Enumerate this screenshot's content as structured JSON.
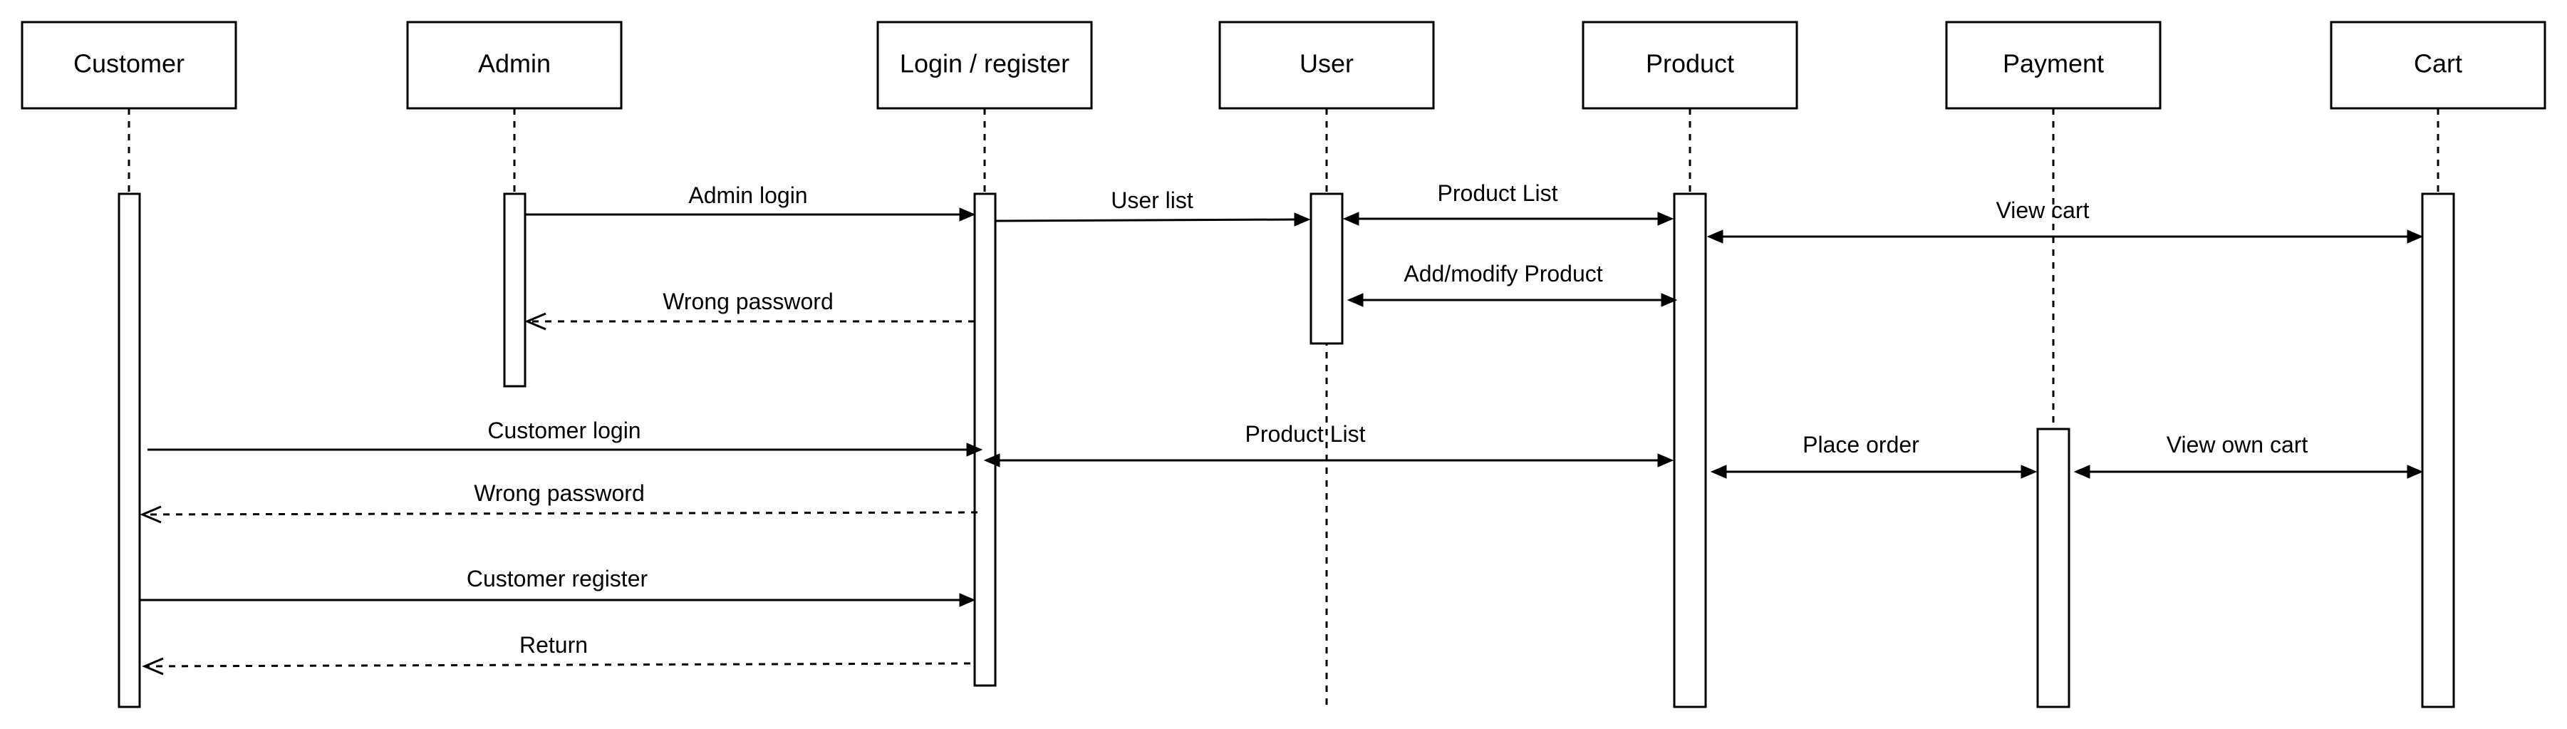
{
  "participants": [
    {
      "id": "customer",
      "label": "Customer"
    },
    {
      "id": "admin",
      "label": "Admin"
    },
    {
      "id": "login",
      "label": "Login / register"
    },
    {
      "id": "user",
      "label": "User"
    },
    {
      "id": "product",
      "label": "Product"
    },
    {
      "id": "payment",
      "label": "Payment"
    },
    {
      "id": "cart",
      "label": "Cart"
    }
  ],
  "messages": [
    {
      "id": "admin-login",
      "label": "Admin login",
      "from": "admin",
      "to": "login",
      "style": "solid",
      "ends": "end"
    },
    {
      "id": "user-list",
      "label": "User list",
      "from": "login",
      "to": "user",
      "style": "solid",
      "ends": "end"
    },
    {
      "id": "product-list-user",
      "label": "Product List",
      "from": "user",
      "to": "product",
      "style": "solid",
      "ends": "both"
    },
    {
      "id": "view-cart",
      "label": "View cart",
      "from": "product",
      "to": "cart",
      "style": "solid",
      "ends": "both"
    },
    {
      "id": "add-modify-product",
      "label": "Add/modify Product",
      "from": "user",
      "to": "product",
      "style": "solid",
      "ends": "both"
    },
    {
      "id": "wrong-password-admin",
      "label": "Wrong password",
      "from": "login",
      "to": "admin",
      "style": "dashed",
      "ends": "end"
    },
    {
      "id": "customer-login",
      "label": "Customer login",
      "from": "customer",
      "to": "login",
      "style": "solid",
      "ends": "end"
    },
    {
      "id": "product-list-login",
      "label": "Product List",
      "from": "login",
      "to": "product",
      "style": "solid",
      "ends": "both"
    },
    {
      "id": "place-order",
      "label": "Place order",
      "from": "product",
      "to": "payment",
      "style": "solid",
      "ends": "both"
    },
    {
      "id": "view-own-cart",
      "label": "View own cart",
      "from": "payment",
      "to": "cart",
      "style": "solid",
      "ends": "both"
    },
    {
      "id": "wrong-password-customer",
      "label": "Wrong password",
      "from": "login",
      "to": "customer",
      "style": "dashed",
      "ends": "end"
    },
    {
      "id": "customer-register",
      "label": "Customer register",
      "from": "customer",
      "to": "login",
      "style": "solid",
      "ends": "end"
    },
    {
      "id": "return",
      "label": "Return",
      "from": "login",
      "to": "customer",
      "style": "dashed",
      "ends": "end"
    }
  ]
}
